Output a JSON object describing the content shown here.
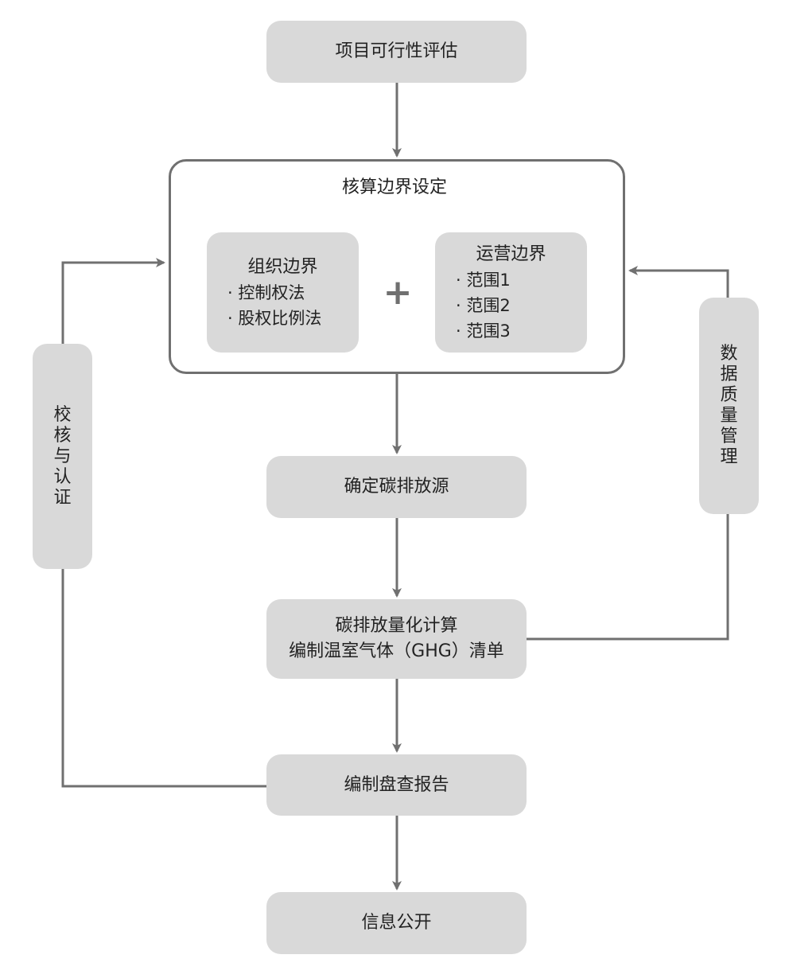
{
  "nodes": {
    "feasibility": "项目可行性评估",
    "boundary_title": "核算边界设定",
    "org_boundary": {
      "title": "组织边界",
      "items": [
        "· 控制权法",
        "· 股权比例法"
      ]
    },
    "ops_boundary": {
      "title": "运营边界",
      "items": [
        "· 范围1",
        "· 范围2",
        "· 范围3"
      ]
    },
    "plus": "+",
    "sources": "确定碳排放源",
    "quantify_line1": "碳排放量化计算",
    "quantify_line2": "编制温室气体（GHG）清单",
    "report": "编制盘查报告",
    "disclosure": "信息公开",
    "verification": "校核与认证",
    "data_quality": "数据质量管理"
  },
  "colors": {
    "box_fill": "#d9d9d9",
    "line": "#707070"
  }
}
